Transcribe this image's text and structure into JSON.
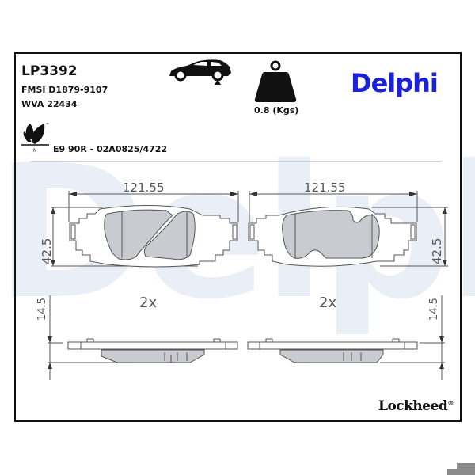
{
  "product": {
    "code": "LP3392",
    "fmsi": "FMSI D1879-9107",
    "wva": "WVA 22434",
    "approval": "E9 90R - 02A0825/4722",
    "weight": "0.8 (Kgs)",
    "axle_position": "rear-axle"
  },
  "brand": {
    "name": "Delphi",
    "color": "#1a22d8",
    "watermark": "Delphi",
    "watermark_color": "#eaeff7",
    "footer_logo": "Lockheed",
    "footer_reg": "®"
  },
  "icons": {
    "car": "car-rear-axle-icon",
    "weight": "weight-icon",
    "eco": "eco-leaf-icon",
    "eco_label": "N"
  },
  "drawings": {
    "left": {
      "width_dim": "121.55",
      "height_dim": "42.5",
      "thickness_dim": "14.5",
      "quantity": "2x"
    },
    "right": {
      "width_dim": "121.55",
      "height_dim": "42.5",
      "thickness_dim": "14.5",
      "quantity": "2x"
    }
  },
  "colors": {
    "pad_fill": "#c8cbcf",
    "line": "#555555",
    "frame": "#111111"
  }
}
